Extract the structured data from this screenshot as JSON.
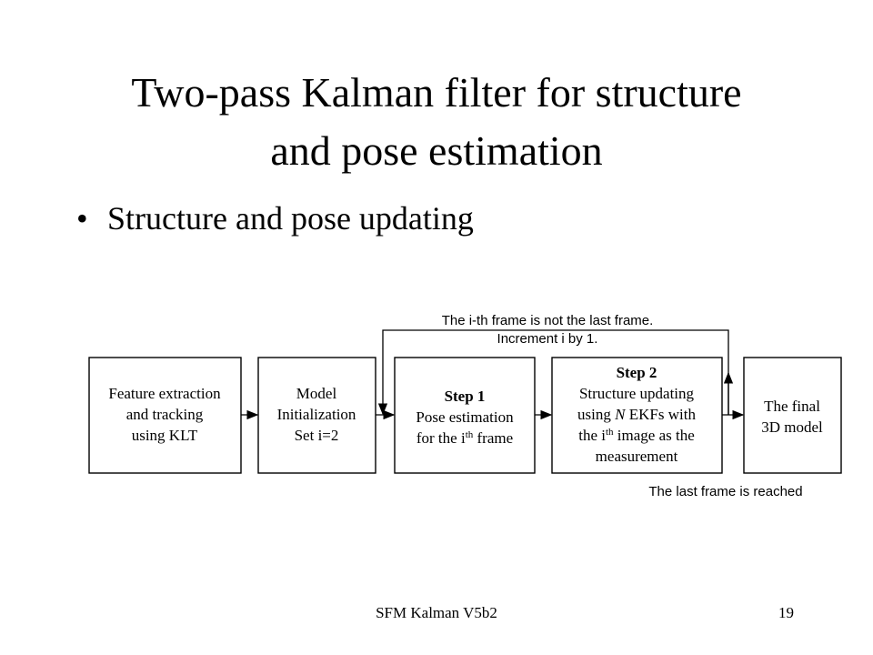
{
  "slide": {
    "title_line1": "Two-pass Kalman filter for structure",
    "title_line2": "and pose estimation",
    "bullet": "Structure and pose updating",
    "footer_text": "SFM Kalman V5b2",
    "page_number": "19"
  },
  "diagram": {
    "loop_label_line1": "The i-th frame is not the last frame.",
    "loop_label_line2": "Increment i by 1.",
    "end_label": "The last frame is reached",
    "box1": {
      "line1": "Feature extraction",
      "line2": "and tracking",
      "line3": "using KLT"
    },
    "box2": {
      "line1": "Model",
      "line2": "Initialization",
      "line3": "Set i=2"
    },
    "box3": {
      "heading": "Step 1",
      "line1": "Pose estimation",
      "line2_pre": "for the i",
      "line2_sup": "th",
      "line2_post": " frame"
    },
    "box4": {
      "heading": "Step 2",
      "line1": "Structure updating",
      "line2_pre": "using ",
      "line2_ital": "N",
      "line2_post": " EKFs with",
      "line3_pre": "the i",
      "line3_sup": "th",
      "line3_post": " image as the",
      "line4": "measurement"
    },
    "box5": {
      "line1": "The final",
      "line2": "3D model"
    }
  }
}
